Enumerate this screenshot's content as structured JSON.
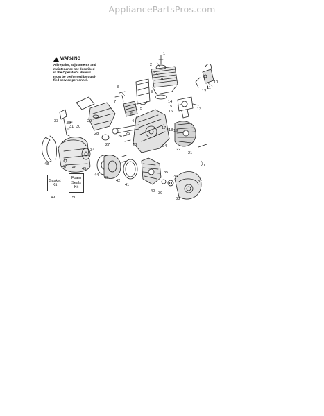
{
  "watermark": "AppliancePartsPros.com",
  "warning": {
    "title": "WARNING",
    "lines": [
      "All repairs, adjustments and",
      "maintenance not described",
      "in the Operator's Manual",
      "must be performed by quali-",
      "fied service personnel."
    ]
  },
  "kits": [
    {
      "lines": [
        "Gasket",
        "Kit"
      ],
      "number": "49"
    },
    {
      "lines": [
        "Foam",
        "Seals",
        "Kit"
      ],
      "number": "50"
    }
  ],
  "callouts": [
    "1",
    "2",
    "3",
    "4",
    "5",
    "6",
    "7",
    "8",
    "9",
    "10",
    "11",
    "12",
    "13",
    "14",
    "15",
    "16",
    "17",
    "18",
    "19",
    "20",
    "21",
    "22",
    "23",
    "24",
    "25",
    "26",
    "27",
    "28",
    "29",
    "30",
    "31",
    "32",
    "33",
    "34",
    "35",
    "36",
    "37",
    "38",
    "39",
    "40",
    "41",
    "42",
    "43",
    "44",
    "45",
    "46",
    "47",
    "48"
  ],
  "colors": {
    "ink": "#222222",
    "watermark": "#b9b9b9",
    "background": "#ffffff"
  }
}
